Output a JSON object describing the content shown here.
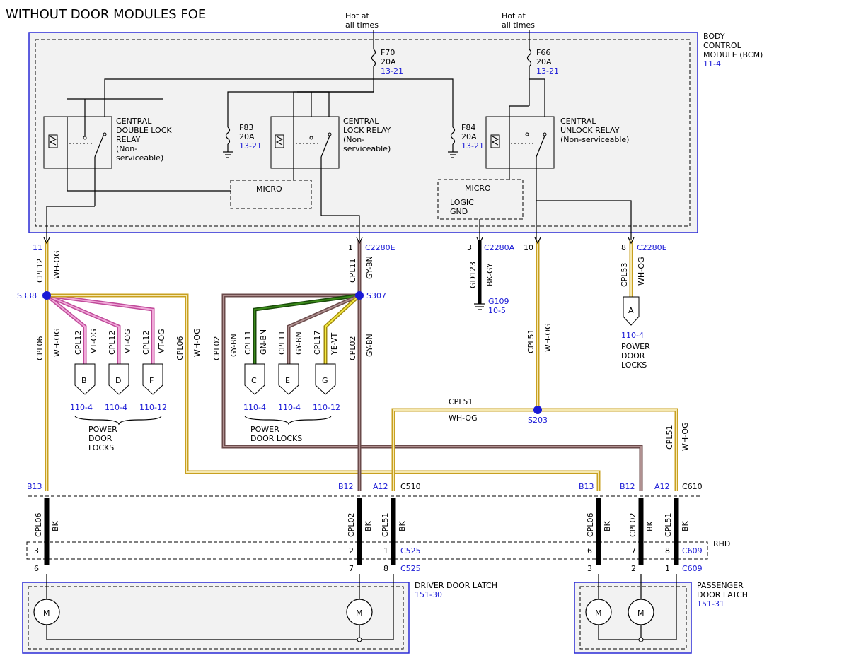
{
  "title": "WITHOUT DOOR MODULES FOE",
  "bcm": {
    "line1": "BODY",
    "line2": "CONTROL",
    "line3": "MODULE (BCM)",
    "ref": "11-4"
  },
  "power": {
    "hot1": "Hot at",
    "hot2": "all times"
  },
  "fuses": {
    "f70": {
      "name": "F70",
      "rating": "20A",
      "ref": "13-21"
    },
    "f66": {
      "name": "F66",
      "rating": "20A",
      "ref": "13-21"
    },
    "f83": {
      "name": "F83",
      "rating": "20A",
      "ref": "13-21"
    },
    "f84": {
      "name": "F84",
      "rating": "20A",
      "ref": "13-21"
    }
  },
  "relays": {
    "double_lock": [
      "CENTRAL",
      "DOUBLE LOCK",
      "RELAY",
      "(Non-",
      "serviceable)"
    ],
    "lock": [
      "CENTRAL",
      "LOCK RELAY",
      "(Non-",
      "serviceable)"
    ],
    "unlock": [
      "CENTRAL",
      "UNLOCK RELAY",
      "(Non-serviceable)"
    ]
  },
  "micro": {
    "label1": "MICRO",
    "label2": "MICRO",
    "logic1": "LOGIC",
    "logic2": "GND"
  },
  "pins": {
    "p11": "11",
    "p1": "1",
    "p3": "3",
    "p10": "10",
    "p8": "8"
  },
  "connectors": {
    "c2280e": "C2280E",
    "c2280a": "C2280A",
    "c510": "C510",
    "c610": "C610",
    "c525": "C525",
    "c609": "C609",
    "b13": "B13",
    "b12": "B12",
    "a12": "A12",
    "n3": "3",
    "n2": "2",
    "n1": "1",
    "n6": "6",
    "n7": "7",
    "n8": "8"
  },
  "splices": {
    "s338": "S338",
    "s307": "S307",
    "s203": "S203"
  },
  "ground": {
    "name": "G109",
    "ref": "10-5"
  },
  "circuits": {
    "cpl12": "CPL12",
    "cpl11": "CPL11",
    "cpl06": "CPL06",
    "cpl02": "CPL02",
    "cpl17": "CPL17",
    "cpl51": "CPL51",
    "cpl53": "CPL53",
    "gd123": "GD123"
  },
  "colors": {
    "wh_og": "WH-OG",
    "gy_bn": "GY-BN",
    "vt_og": "VT-OG",
    "gn_bn": "GN-BN",
    "ye_vt": "YE-VT",
    "bk_gy": "BK-GY",
    "bk": "BK"
  },
  "connector_letters": {
    "a": "A",
    "b": "B",
    "c": "C",
    "d": "D",
    "e": "E",
    "f": "F",
    "g": "G"
  },
  "refs": {
    "r110_4": "110-4",
    "r110_12": "110-12"
  },
  "power_door_locks": {
    "line1": "POWER",
    "line2": "DOOR",
    "line3": "LOCKS",
    "line_combined": "DOOR LOCKS"
  },
  "rhd": "RHD",
  "motor": "M",
  "driver_latch": {
    "line1": "DRIVER DOOR LATCH",
    "ref": "151-30"
  },
  "passenger_latch": {
    "line1": "PASSENGER",
    "line2": "DOOR LATCH",
    "ref": "151-31"
  },
  "wire_colors": {
    "wh_og": "#f5c842",
    "vt_og": "#e070b8",
    "gn_bn": "#2e6e1a",
    "gy_bn": "#8a6a6a",
    "ye_vt": "#f0e020",
    "bk": "#000000",
    "blue": "#1a1ad6"
  }
}
